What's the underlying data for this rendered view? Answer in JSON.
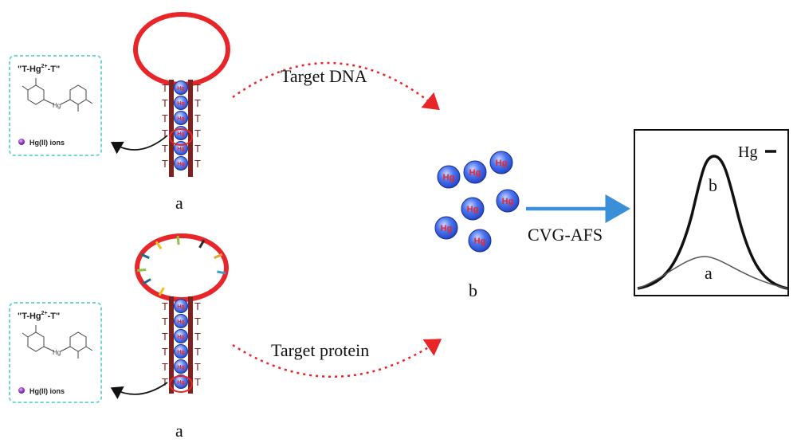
{
  "hairpin_top": {
    "label": "a",
    "base_letters": [
      "T",
      "T",
      "T",
      "T",
      "T",
      "T"
    ],
    "ion_label": "Hg",
    "loop_color": "#e8262a",
    "stem_color": "#7a2320"
  },
  "hairpin_bottom": {
    "label": "a",
    "base_letters": [
      "T",
      "T",
      "T",
      "T",
      "T",
      "T"
    ],
    "ion_label": "Hg",
    "loop_color": "#e8262a",
    "probe_tick_colors": [
      "#1a6b8f",
      "#f0c020",
      "#8dc63f",
      "#2b2b2b",
      "#e8a030",
      "#3aa0c8"
    ]
  },
  "inset_top": {
    "title": "\"T-Hg",
    "title_sup": "2+",
    "title_tail": "-T\"",
    "legend": "Hg(II) ions",
    "border_color": "#6fd6d2"
  },
  "inset_bottom": {
    "title": "\"T-Hg",
    "title_sup": "2+",
    "title_tail": "-T\"",
    "legend": "Hg(II) ions",
    "border_color": "#6fd6d2"
  },
  "arrows": {
    "target_dna": "Target DNA",
    "target_protein": "Target protein",
    "detection": "CVG-AFS",
    "dashed_color": "#e8262a",
    "detect_color": "#3a8fd8"
  },
  "free_ions": {
    "label": "b",
    "ion_text": "Hg",
    "count": 7,
    "ion_color": "#2f5fe0"
  },
  "signal_plot": {
    "legend_text": "Hg",
    "peak_b_label": "b",
    "peak_a_label": "a"
  }
}
